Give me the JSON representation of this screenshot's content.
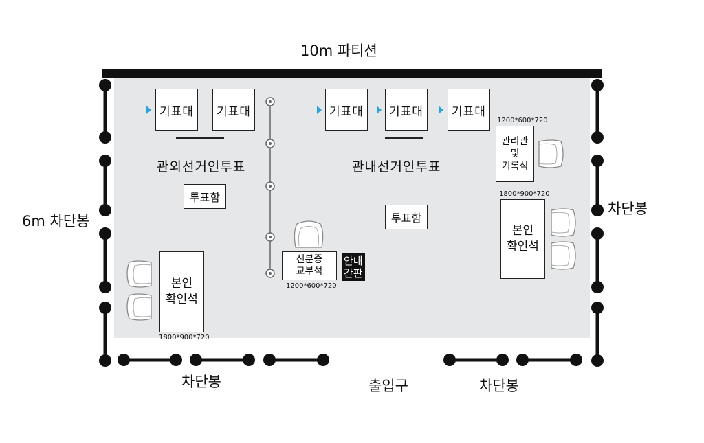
{
  "title": "10m 파티션",
  "left_wall_label": "6m 차단봉",
  "right_wall_label": "차단봉",
  "bottom_left_label": "차단봉",
  "bottom_right_label": "차단봉",
  "entrance_label": "출입구",
  "left_zone": {
    "title": "관외선거인투표",
    "booths": [
      "기표대",
      "기표대"
    ],
    "ballot_box": "투표함",
    "id_desk": {
      "line1": "본인",
      "line2": "확인석",
      "dims": "1800*900*720"
    }
  },
  "right_zone": {
    "title": "관내선거인투표",
    "booths": [
      "기표대",
      "기표대",
      "기표대"
    ],
    "ballot_box": "투표함",
    "manager_desk": {
      "line1": "관리관",
      "line2": "및",
      "line3": "기록석",
      "dims": "1200*600*720"
    },
    "id_desk": {
      "line1": "본인",
      "line2": "확인석",
      "dims": "1800*900*720"
    }
  },
  "center": {
    "id_card_desk": {
      "line1": "신분증",
      "line2": "교부석",
      "dims": "1200*600*720"
    },
    "sign": {
      "line1": "안내",
      "line2": "간판"
    }
  },
  "colors": {
    "floor": "#e6e7e8",
    "wall": "#111111",
    "booth_marker": "#29a3d9"
  }
}
